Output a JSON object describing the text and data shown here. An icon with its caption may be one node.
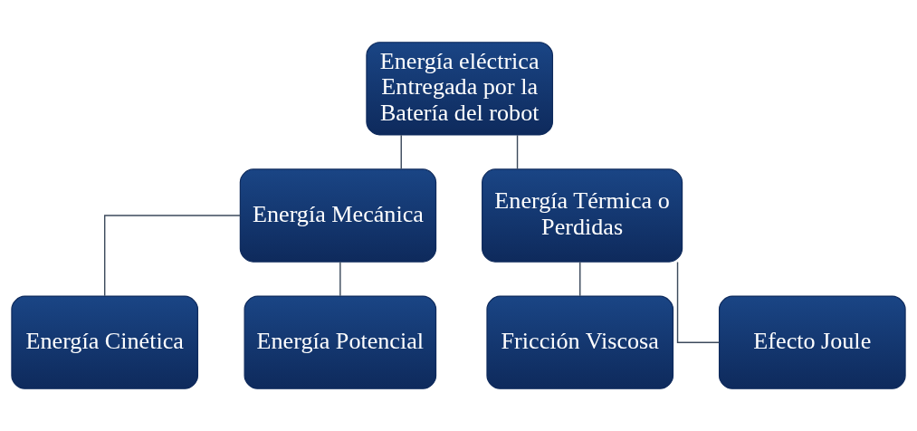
{
  "diagram": {
    "nodes": [
      {
        "text": [
          "Energía eléctrica Entregada por la Batería del robot"
        ]
      },
      {
        "text": [
          "Energía Mecánica"
        ]
      },
      {
        "text": [
          "Energía Térmica o Perdidas"
        ]
      },
      {
        "text": [
          "Energía Cinética"
        ]
      },
      {
        "text": [
          "Energía Potencial"
        ]
      },
      {
        "text": [
          "Fricción Viscosa"
        ]
      },
      {
        "text": [
          "Efecto Joule"
        ]
      }
    ],
    "edges": [
      {
        "from": 0,
        "to": 1,
        "arrow": "none"
      },
      {
        "from": 0,
        "to": 2,
        "arrow": "none"
      },
      {
        "from": 1,
        "to": 3,
        "arrow": "none"
      },
      {
        "from": 1,
        "to": 4,
        "arrow": "none"
      },
      {
        "from": 2,
        "to": 5,
        "arrow": "none"
      },
      {
        "from": 2,
        "to": 6,
        "arrow": "none"
      }
    ]
  }
}
